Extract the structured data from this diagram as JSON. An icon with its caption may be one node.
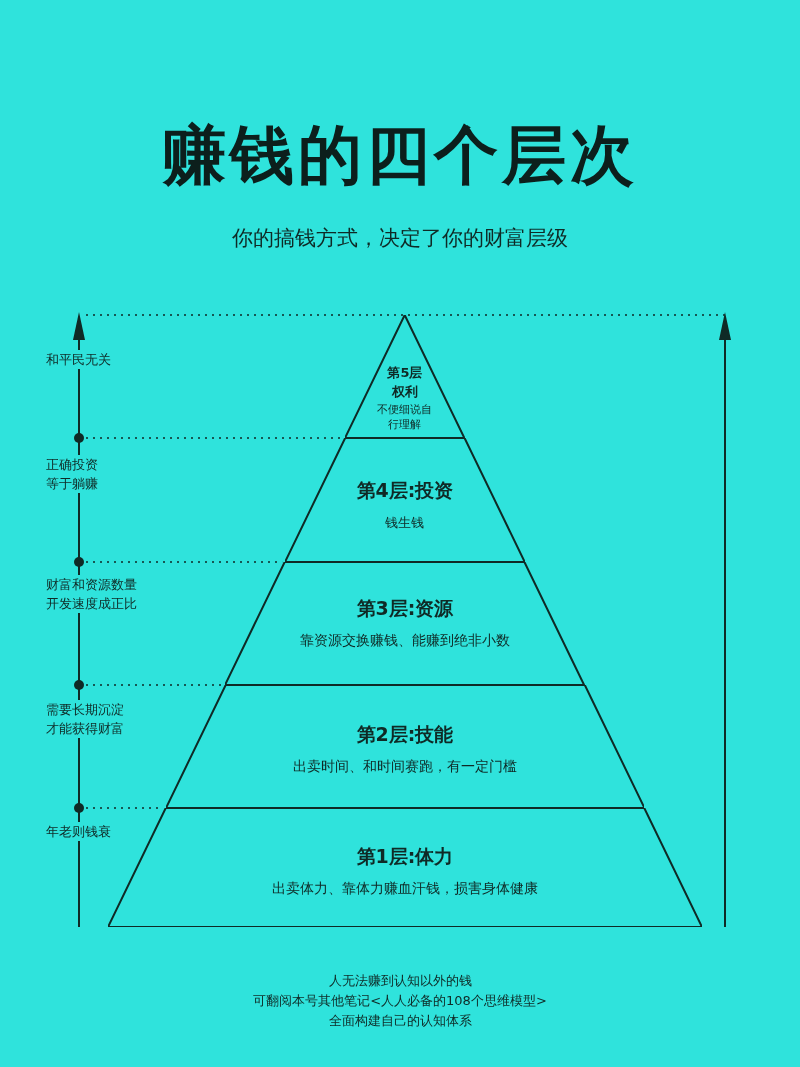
{
  "diagram": {
    "title": "赚钱的四个层次",
    "nodes": [
      {
        "text": [
          "第5层",
          "权利",
          "不便细说自行理解"
        ]
      },
      {
        "text": [
          "第4层:投资",
          "钱生钱"
        ]
      },
      {
        "text": [
          "第3层:资源",
          "靠资源交换赚钱、能赚到绝非小数"
        ]
      },
      {
        "text": [
          "第2层:技能",
          "出卖时间、和时间赛跑，有一定门槛"
        ]
      },
      {
        "text": [
          "第1层:体力",
          "出卖体力、靠体力赚血汗钱，损害身体健康"
        ]
      }
    ],
    "labels": [
      "你的搞钱方式，决定了你的财富层级",
      "和平民无关",
      "正确投资等于躺赚",
      "财富和资源数量开发速度成正比",
      "需要长期沉淀才能获得财富",
      "年老则钱衰",
      "人无法赚到认知以外的钱",
      "可翻阅本号其他笔记<人人必备的108个思维模型>",
      "全面构建自己的认知体系"
    ]
  }
}
